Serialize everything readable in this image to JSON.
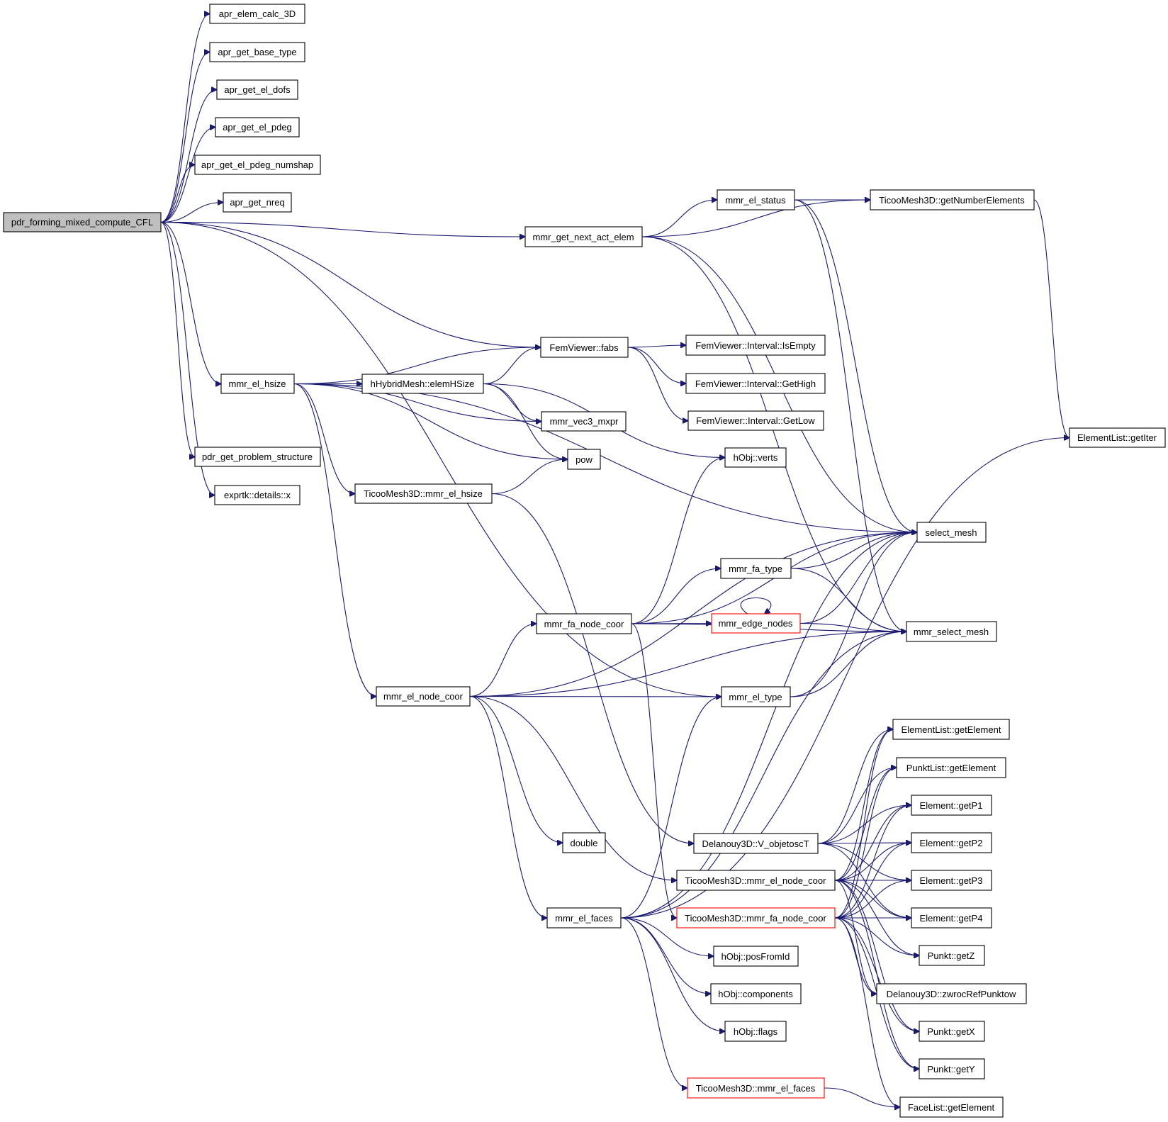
{
  "colors": {
    "edge": "#191970",
    "truncated_border": "#ff0000",
    "root_fill": "#bfbfbf",
    "node_border": "#000000"
  },
  "nodes": {
    "root": "pdr_forming_mixed_compute_CFL",
    "elem_calc": "apr_elem_calc_3D",
    "base_type": "apr_get_base_type",
    "el_dofs": "apr_get_el_dofs",
    "el_pdeg": "apr_get_el_pdeg",
    "pdeg_numshap": "apr_get_el_pdeg_numshap",
    "nreq": "apr_get_nreq",
    "problem_structure": "pdr_get_problem_structure",
    "exprtk_x": "exprtk::details::x",
    "mmr_el_hsize": "mmr_el_hsize",
    "hybrid_elemhsize": "hHybridMesh::elemHSize",
    "ticoo_el_hsize": "TicooMesh3D::mmr_el_hsize",
    "mmr_el_node_coor": "mmr_el_node_coor",
    "get_next_act_elem": "mmr_get_next_act_elem",
    "mmr_el_status": "mmr_el_status",
    "get_number_elements": "TicooMesh3D::getNumberElements",
    "elementlist_getiter": "ElementList::getIter",
    "fem_fabs": "FemViewer::fabs",
    "interval_isempty": "FemViewer::Interval::IsEmpty",
    "interval_gethigh": "FemViewer::Interval::GetHigh",
    "interval_getlow": "FemViewer::Interval::GetLow",
    "vec3_mxpr": "mmr_vec3_mxpr",
    "pow": "pow",
    "hobj_verts": "hObj::verts",
    "select_mesh": "select_mesh",
    "mmr_fa_type": "mmr_fa_type",
    "mmr_edge_nodes": "mmr_edge_nodes",
    "mmr_fa_node_coor": "mmr_fa_node_coor",
    "mmr_select_mesh": "mmr_select_mesh",
    "mmr_el_type": "mmr_el_type",
    "elementlist_getelement": "ElementList::getElement",
    "punktlist_getelement": "PunktList::getElement",
    "element_getp1": "Element::getP1",
    "element_getp2": "Element::getP2",
    "element_getp3": "Element::getP3",
    "element_getp4": "Element::getP4",
    "v_objetosct": "Delanouy3D::V_objetoscT",
    "double": "double",
    "ticoo_el_node_coor": "TicooMesh3D::mmr_el_node_coor",
    "ticoo_fa_node_coor": "TicooMesh3D::mmr_fa_node_coor",
    "mmr_el_faces": "mmr_el_faces",
    "hobj_posfromid": "hObj::posFromId",
    "hobj_components": "hObj::components",
    "hobj_flags": "hObj::flags",
    "ticoo_el_faces": "TicooMesh3D::mmr_el_faces",
    "punkt_getz": "Punkt::getZ",
    "zwroc_ref_punktow": "Delanouy3D::zwrocRefPunktow",
    "punkt_getx": "Punkt::getX",
    "punkt_gety": "Punkt::getY",
    "facelist_getelement": "FaceList::getElement"
  },
  "edges": [
    [
      "root",
      "elem_calc"
    ],
    [
      "root",
      "base_type"
    ],
    [
      "root",
      "el_dofs"
    ],
    [
      "root",
      "el_pdeg"
    ],
    [
      "root",
      "pdeg_numshap"
    ],
    [
      "root",
      "nreq"
    ],
    [
      "root",
      "get_next_act_elem"
    ],
    [
      "root",
      "fem_fabs"
    ],
    [
      "root",
      "mmr_el_hsize"
    ],
    [
      "root",
      "problem_structure"
    ],
    [
      "root",
      "exprtk_x"
    ],
    [
      "root",
      "mmr_el_type"
    ],
    [
      "mmr_el_hsize",
      "fem_fabs"
    ],
    [
      "mmr_el_hsize",
      "hybrid_elemhsize"
    ],
    [
      "mmr_el_hsize",
      "vec3_mxpr"
    ],
    [
      "mmr_el_hsize",
      "pow"
    ],
    [
      "mmr_el_hsize",
      "ticoo_el_hsize"
    ],
    [
      "mmr_el_hsize",
      "mmr_el_node_coor"
    ],
    [
      "mmr_el_hsize",
      "select_mesh"
    ],
    [
      "hybrid_elemhsize",
      "fem_fabs"
    ],
    [
      "hybrid_elemhsize",
      "vec3_mxpr"
    ],
    [
      "hybrid_elemhsize",
      "pow"
    ],
    [
      "hybrid_elemhsize",
      "hobj_verts"
    ],
    [
      "ticoo_el_hsize",
      "pow"
    ],
    [
      "ticoo_el_hsize",
      "v_objetosct"
    ],
    [
      "fem_fabs",
      "interval_isempty"
    ],
    [
      "fem_fabs",
      "interval_gethigh"
    ],
    [
      "fem_fabs",
      "interval_getlow"
    ],
    [
      "get_next_act_elem",
      "mmr_el_status"
    ],
    [
      "get_next_act_elem",
      "get_number_elements"
    ],
    [
      "get_next_act_elem",
      "select_mesh"
    ],
    [
      "get_next_act_elem",
      "mmr_select_mesh"
    ],
    [
      "mmr_el_status",
      "get_number_elements"
    ],
    [
      "mmr_el_status",
      "select_mesh"
    ],
    [
      "mmr_el_status",
      "mmr_select_mesh"
    ],
    [
      "get_number_elements",
      "elementlist_getiter"
    ],
    [
      "mmr_el_node_coor",
      "mmr_el_type"
    ],
    [
      "mmr_el_node_coor",
      "mmr_fa_node_coor"
    ],
    [
      "mmr_el_node_coor",
      "select_mesh"
    ],
    [
      "mmr_el_node_coor",
      "mmr_select_mesh"
    ],
    [
      "mmr_el_node_coor",
      "double"
    ],
    [
      "mmr_el_node_coor",
      "mmr_el_faces"
    ],
    [
      "mmr_el_node_coor",
      "ticoo_el_node_coor"
    ],
    [
      "mmr_fa_node_coor",
      "mmr_fa_type"
    ],
    [
      "mmr_fa_node_coor",
      "mmr_edge_nodes"
    ],
    [
      "mmr_fa_node_coor",
      "select_mesh"
    ],
    [
      "mmr_fa_node_coor",
      "mmr_select_mesh"
    ],
    [
      "mmr_fa_node_coor",
      "hobj_verts"
    ],
    [
      "mmr_fa_node_coor",
      "ticoo_fa_node_coor"
    ],
    [
      "mmr_fa_type",
      "select_mesh"
    ],
    [
      "mmr_fa_type",
      "mmr_select_mesh"
    ],
    [
      "mmr_edge_nodes",
      "select_mesh"
    ],
    [
      "mmr_edge_nodes",
      "mmr_select_mesh"
    ],
    [
      "mmr_edge_nodes",
      "mmr_edge_nodes"
    ],
    [
      "mmr_el_type",
      "select_mesh"
    ],
    [
      "mmr_el_type",
      "mmr_select_mesh"
    ],
    [
      "mmr_el_faces",
      "hobj_posfromid"
    ],
    [
      "mmr_el_faces",
      "hobj_components"
    ],
    [
      "mmr_el_faces",
      "hobj_flags"
    ],
    [
      "mmr_el_faces",
      "ticoo_el_faces"
    ],
    [
      "mmr_el_faces",
      "mmr_el_type"
    ],
    [
      "mmr_el_faces",
      "select_mesh"
    ],
    [
      "mmr_el_faces",
      "mmr_select_mesh"
    ],
    [
      "mmr_el_faces",
      "elementlist_getiter"
    ],
    [
      "v_objetosct",
      "elementlist_getelement"
    ],
    [
      "v_objetosct",
      "punktlist_getelement"
    ],
    [
      "v_objetosct",
      "element_getp1"
    ],
    [
      "v_objetosct",
      "element_getp2"
    ],
    [
      "v_objetosct",
      "element_getp3"
    ],
    [
      "v_objetosct",
      "element_getp4"
    ],
    [
      "ticoo_el_node_coor",
      "elementlist_getelement"
    ],
    [
      "ticoo_el_node_coor",
      "punktlist_getelement"
    ],
    [
      "ticoo_el_node_coor",
      "element_getp1"
    ],
    [
      "ticoo_el_node_coor",
      "element_getp2"
    ],
    [
      "ticoo_el_node_coor",
      "element_getp3"
    ],
    [
      "ticoo_el_node_coor",
      "element_getp4"
    ],
    [
      "ticoo_el_node_coor",
      "punkt_getz"
    ],
    [
      "ticoo_el_node_coor",
      "zwroc_ref_punktow"
    ],
    [
      "ticoo_el_node_coor",
      "punkt_getx"
    ],
    [
      "ticoo_el_node_coor",
      "punkt_gety"
    ],
    [
      "ticoo_fa_node_coor",
      "elementlist_getelement"
    ],
    [
      "ticoo_fa_node_coor",
      "punktlist_getelement"
    ],
    [
      "ticoo_fa_node_coor",
      "element_getp1"
    ],
    [
      "ticoo_fa_node_coor",
      "element_getp2"
    ],
    [
      "ticoo_fa_node_coor",
      "element_getp3"
    ],
    [
      "ticoo_fa_node_coor",
      "element_getp4"
    ],
    [
      "ticoo_fa_node_coor",
      "punkt_getz"
    ],
    [
      "ticoo_fa_node_coor",
      "zwroc_ref_punktow"
    ],
    [
      "ticoo_fa_node_coor",
      "punkt_getx"
    ],
    [
      "ticoo_fa_node_coor",
      "punkt_gety"
    ],
    [
      "ticoo_el_faces",
      "facelist_getelement"
    ],
    [
      "ticoo_fa_node_coor",
      "facelist_getelement"
    ]
  ]
}
